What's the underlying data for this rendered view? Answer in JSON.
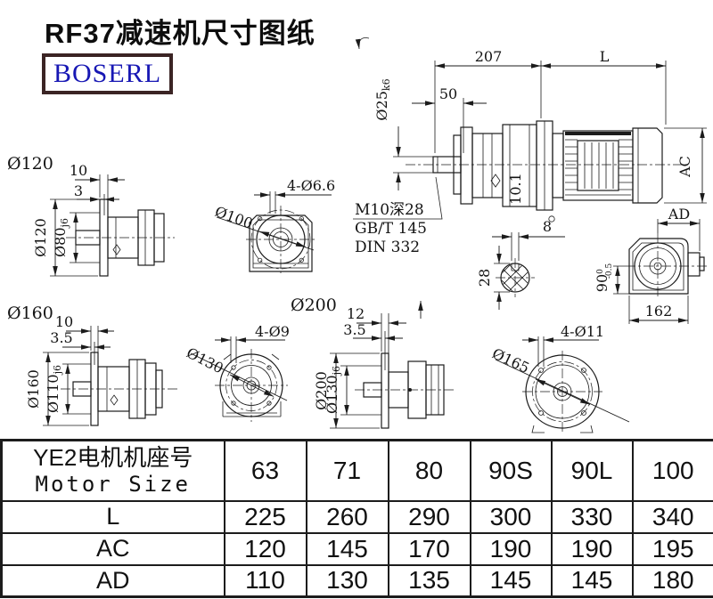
{
  "page": {
    "title": "RF37减速机尺寸图纸",
    "brand": "BOSERL"
  },
  "main_view": {
    "gear_length": "207",
    "motor_length": "L",
    "shaft_length": "50",
    "shaft_dia": {
      "value": "Ø25",
      "fit": "k6"
    },
    "motor_od": "AC",
    "keyway_note": "10.1"
  },
  "thread_note": {
    "line1": "M10深28",
    "line2": "GB/T 145",
    "line3": "DIN 332"
  },
  "shaft_section": {
    "key_width": "8",
    "dia": "28"
  },
  "motor_rear": {
    "width_label": "AD",
    "center_height": {
      "value": "90",
      "tol_upper": "0",
      "tol_lower": "-0.5"
    },
    "base_width": "162"
  },
  "flanges": {
    "f120": {
      "label": "Ø120",
      "thickness": "10",
      "spigot_depth": "3",
      "outer_dia": "Ø120",
      "spigot_dia": {
        "value": "Ø80",
        "fit": "j6"
      },
      "holes": "4-Ø6.6",
      "bolt_circle": "Ø100"
    },
    "f160": {
      "label": "Ø160",
      "thickness": "10",
      "spigot_depth": "3.5",
      "outer_dia": "Ø160",
      "spigot_dia": {
        "value": "Ø110",
        "fit": "j6"
      },
      "holes": "4-Ø9",
      "bolt_circle": "Ø130"
    },
    "f200": {
      "label": "Ø200",
      "thickness": "12",
      "spigot_depth": "3.5",
      "outer_dia": "Ø200",
      "spigot_dia": {
        "value": "Ø130",
        "fit": "j6"
      },
      "holes": "4-Ø11",
      "bolt_circle": "Ø165"
    }
  },
  "table": {
    "header": {
      "line1": "YE2电机机座号",
      "line2": "Motor Size"
    },
    "motor_sizes": [
      "63",
      "71",
      "80",
      "90S",
      "90L",
      "100"
    ],
    "rows": [
      {
        "label": "L",
        "values": [
          "225",
          "260",
          "290",
          "300",
          "330",
          "340"
        ]
      },
      {
        "label": "AC",
        "values": [
          "120",
          "145",
          "170",
          "190",
          "190",
          "195"
        ]
      },
      {
        "label": "AD",
        "values": [
          "110",
          "130",
          "135",
          "145",
          "145",
          "180"
        ]
      }
    ]
  }
}
